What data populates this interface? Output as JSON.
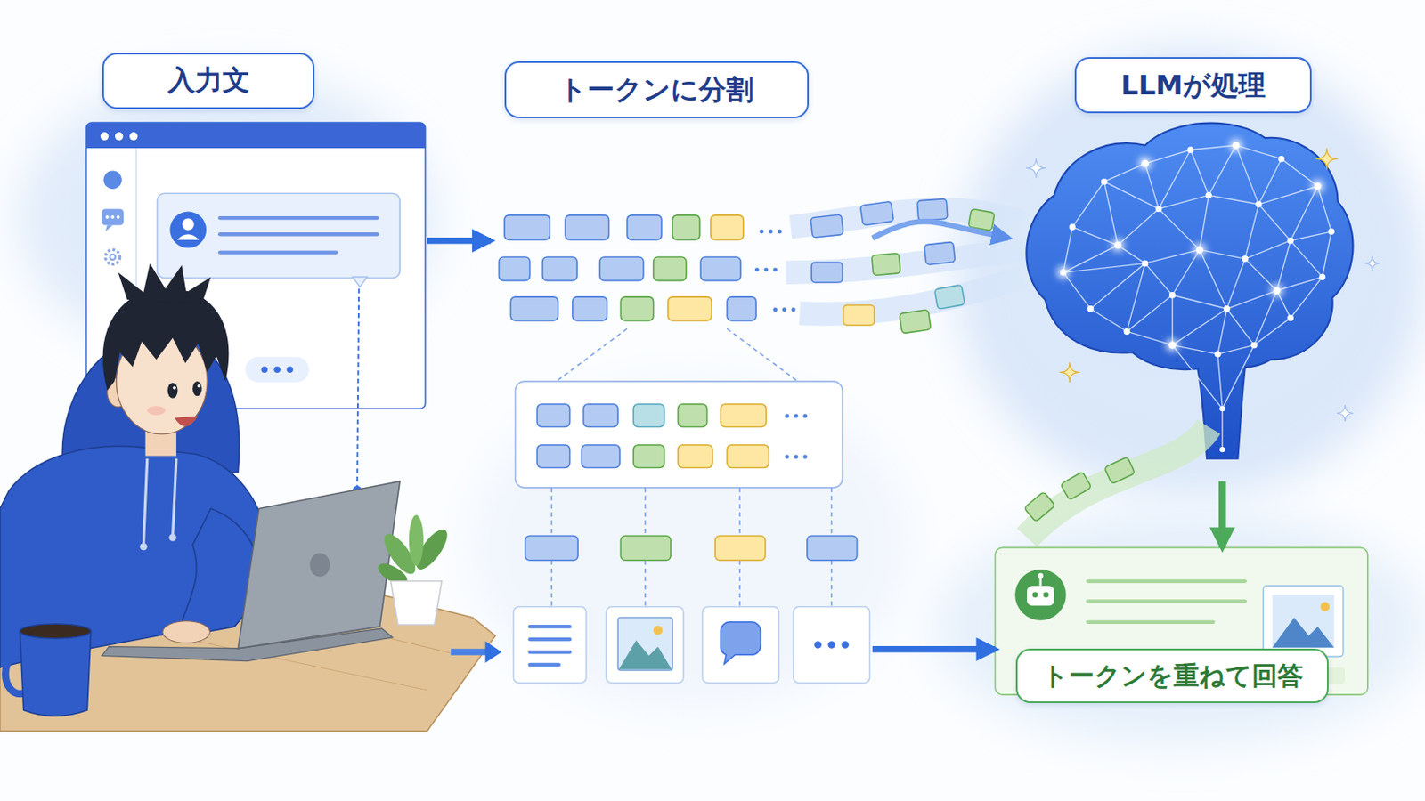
{
  "diagram": {
    "nodes": [
      {
        "text": [
          "入力文"
        ]
      },
      {
        "text": [
          "トークンに分割"
        ]
      },
      {
        "text": [
          "LLMが処理"
        ]
      },
      {
        "text": [
          "トークンを重ねて回答"
        ]
      }
    ],
    "edges": [
      {
        "from": 0,
        "to": 1,
        "arrow": "to"
      },
      {
        "from": 1,
        "to": 2,
        "arrow": "to"
      },
      {
        "from": 2,
        "to": 3,
        "arrow": "to"
      },
      {
        "from": 1,
        "to": 3,
        "arrow": "to"
      }
    ]
  }
}
